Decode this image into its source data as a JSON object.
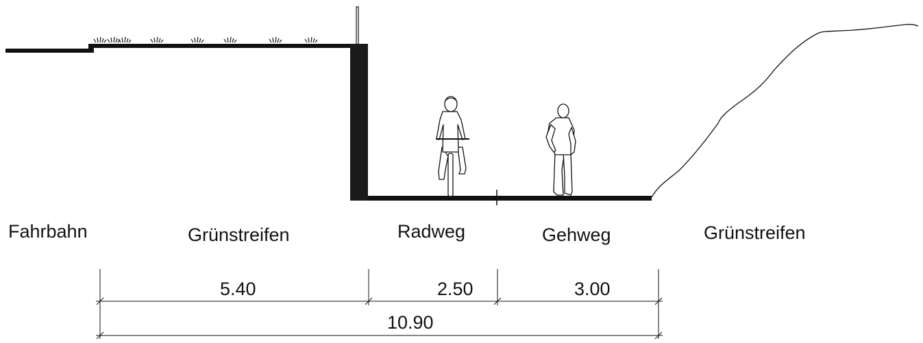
{
  "zones": {
    "fahrbahn": "Fahrbahn",
    "gruenstreifen_left": "Grünstreifen",
    "radweg": "Radweg",
    "gehweg": "Gehweg",
    "gruenstreifen_right": "Grünstreifen"
  },
  "dimensions": {
    "gruenstreifen": "5.40",
    "radweg": "2.50",
    "gehweg": "3.00",
    "total": "10.90"
  },
  "colors": {
    "line": "#111111",
    "wall": "#1a1a1a",
    "background": "#ffffff"
  }
}
